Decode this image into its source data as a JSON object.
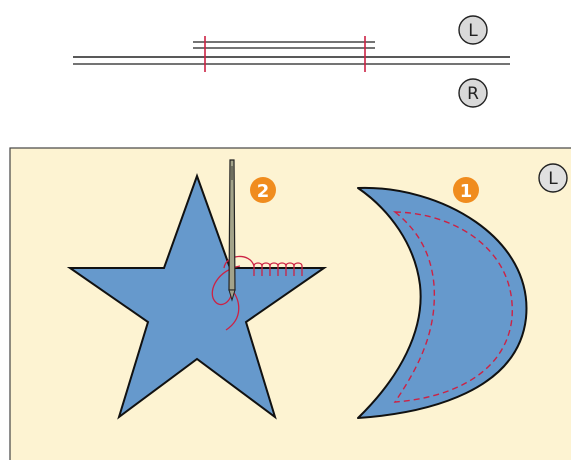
{
  "top_diagram": {
    "badge_left": "L",
    "badge_right": "R"
  },
  "panel": {
    "background": "#fdf3d2",
    "shape_fill": "#6699cc",
    "stitch_color": "#cc2244",
    "corner_badge": "L",
    "step_badges": [
      {
        "number": "2",
        "color": "#f08c1e"
      },
      {
        "number": "1",
        "color": "#f08c1e"
      }
    ]
  }
}
